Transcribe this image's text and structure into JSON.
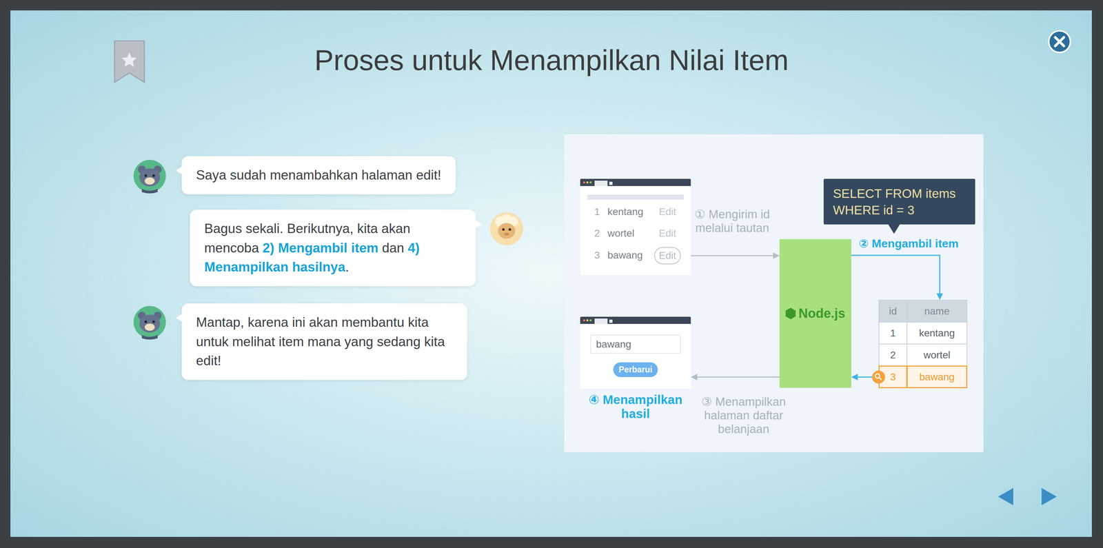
{
  "diagram": {
    "title": "Proses untuk Menampilkan Nilai Item",
    "nodes": [
      {
        "text": [
          "Saya sudah menambahkan halaman edit!"
        ]
      },
      {
        "text": [
          "Bagus sekali. Berikutnya, kita akan mencoba",
          "2) Mengambil item",
          "dan",
          "4) Menampilkan hasilnya",
          "."
        ]
      },
      {
        "text": [
          "Mantap, karena ini akan membantu kita untuk melihat item mana yang sedang kita edit!"
        ]
      },
      {
        "text": [
          "1",
          "kentang",
          "Edit",
          "2",
          "wortel",
          "Edit",
          "3",
          "bawang"
        ]
      },
      {
        "text": [
          "Edit"
        ],
        "in": 3
      },
      {
        "text": [
          "Node.js"
        ]
      },
      {
        "text": [
          "SELECT FROM items WHERE id = 3"
        ]
      },
      {
        "text": [
          "id",
          "name",
          "1",
          "kentang",
          "2",
          "wortel",
          "3",
          "bawang"
        ]
      },
      {
        "text": [
          "④ Menampilkan hasil"
        ]
      },
      {
        "text": [
          "bawang"
        ],
        "in": 8
      },
      {
        "text": [
          "Perbarui"
        ],
        "in": 8
      }
    ],
    "edges": [
      {
        "from": 4,
        "to": 5,
        "arrow": "to",
        "label": "① Mengirim id melalui tautan"
      },
      {
        "from": 5,
        "to": 7,
        "arrow": "to",
        "label": "② Mengambil item"
      },
      {
        "from": 7,
        "to": 5,
        "arrow": "to"
      },
      {
        "from": 5,
        "to": 8,
        "arrow": "to",
        "label": "③ Menampilkan halaman daftar belanjaan"
      }
    ]
  }
}
